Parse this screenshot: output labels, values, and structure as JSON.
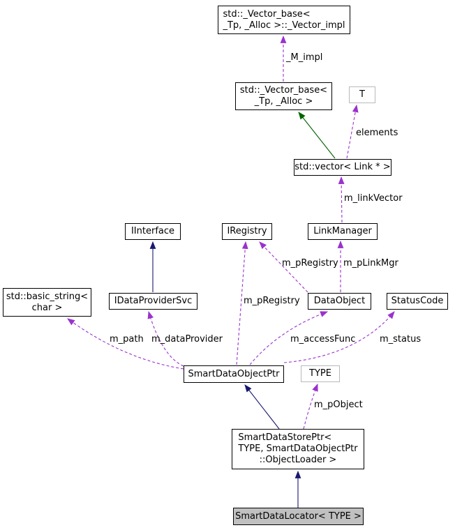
{
  "diagram": {
    "kind": "class-collaboration-graph",
    "nodes": {
      "vector_impl": {
        "lines": [
          "std::_Vector_base<",
          "_Tp, _Alloc >::_Vector_impl"
        ]
      },
      "vector_base": {
        "lines": [
          "std::_Vector_base<",
          "_Tp, _Alloc >"
        ]
      },
      "t": {
        "lines": [
          "T"
        ]
      },
      "vector_link": {
        "lines": [
          "std::vector< Link * >"
        ]
      },
      "iinterface": {
        "lines": [
          "IInterface"
        ]
      },
      "iregistry": {
        "lines": [
          "IRegistry"
        ]
      },
      "linkmanager": {
        "lines": [
          "LinkManager"
        ]
      },
      "basic_string": {
        "lines": [
          "std::basic_string<",
          "char >"
        ]
      },
      "idataprovidersvc": {
        "lines": [
          "IDataProviderSvc"
        ]
      },
      "dataobject": {
        "lines": [
          "DataObject"
        ]
      },
      "statuscode": {
        "lines": [
          "StatusCode"
        ]
      },
      "smartdataobjectptr": {
        "lines": [
          "SmartDataObjectPtr"
        ]
      },
      "type": {
        "lines": [
          "TYPE"
        ]
      },
      "smartdatastoreptr": {
        "lines": [
          "SmartDataStorePtr<",
          "TYPE, SmartDataObjectPtr",
          "::ObjectLoader >"
        ]
      },
      "smartdatalocator": {
        "lines": [
          "SmartDataLocator< TYPE >"
        ]
      }
    },
    "edge_labels": {
      "m_impl": "_M_impl",
      "elements": "elements",
      "m_linkVector": "m_linkVector",
      "m_pRegistry_from_dataobject": "m_pRegistry",
      "m_pLinkMgr": "m_pLinkMgr",
      "m_pRegistry_from_smartptr": "m_pRegistry",
      "m_path": "m_path",
      "m_dataProvider": "m_dataProvider",
      "m_accessFunc": "m_accessFunc",
      "m_status": "m_status",
      "m_pObject": "m_pObject"
    },
    "edges": [
      {
        "from": "std::_Vector_base< _Tp, _Alloc >",
        "to": "std::_Vector_base< _Tp, _Alloc >::_Vector_impl",
        "label": "_M_impl",
        "relation": "usage"
      },
      {
        "from": "std::vector< Link * >",
        "to": "std::_Vector_base< _Tp, _Alloc >",
        "label": "",
        "relation": "protected-inheritance"
      },
      {
        "from": "std::vector< Link * >",
        "to": "T",
        "label": "elements",
        "relation": "usage"
      },
      {
        "from": "LinkManager",
        "to": "std::vector< Link * >",
        "label": "m_linkVector",
        "relation": "usage"
      },
      {
        "from": "DataObject",
        "to": "LinkManager",
        "label": "m_pLinkMgr",
        "relation": "usage"
      },
      {
        "from": "DataObject",
        "to": "IRegistry",
        "label": "m_pRegistry",
        "relation": "usage"
      },
      {
        "from": "IDataProviderSvc",
        "to": "IInterface",
        "label": "",
        "relation": "inheritance"
      },
      {
        "from": "SmartDataObjectPtr",
        "to": "IRegistry",
        "label": "m_pRegistry",
        "relation": "usage"
      },
      {
        "from": "SmartDataObjectPtr",
        "to": "std::basic_string< char >",
        "label": "m_path",
        "relation": "usage"
      },
      {
        "from": "SmartDataObjectPtr",
        "to": "IDataProviderSvc",
        "label": "m_dataProvider",
        "relation": "usage"
      },
      {
        "from": "SmartDataObjectPtr",
        "to": "DataObject",
        "label": "m_accessFunc",
        "relation": "usage"
      },
      {
        "from": "SmartDataObjectPtr",
        "to": "StatusCode",
        "label": "m_status",
        "relation": "usage"
      },
      {
        "from": "SmartDataStorePtr< TYPE, SmartDataObjectPtr ::ObjectLoader >",
        "to": "SmartDataObjectPtr",
        "label": "",
        "relation": "inheritance"
      },
      {
        "from": "SmartDataStorePtr< TYPE, SmartDataObjectPtr ::ObjectLoader >",
        "to": "TYPE",
        "label": "m_pObject",
        "relation": "usage"
      },
      {
        "from": "SmartDataLocator< TYPE >",
        "to": "SmartDataStorePtr< TYPE, SmartDataObjectPtr ::ObjectLoader >",
        "label": "",
        "relation": "inheritance"
      }
    ],
    "colors": {
      "usage_edge": "#9a32cd",
      "inheritance_edge": "#191970",
      "protected_inheritance_edge": "#006400",
      "node_border": "#000000",
      "template_node_border": "#b9b9b9",
      "highlight_node_fill": "#c0c0c0",
      "background": "#ffffff"
    }
  }
}
